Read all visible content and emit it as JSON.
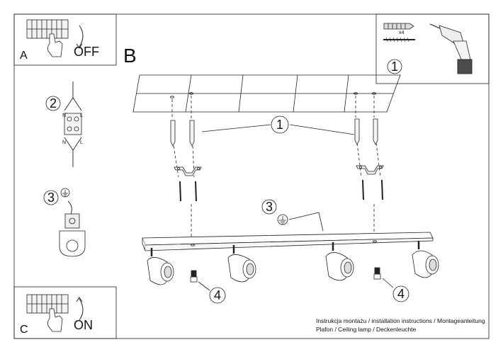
{
  "panels": {
    "a": {
      "letter": "A",
      "state": "OFF"
    },
    "b": {
      "letter": "B"
    },
    "c": {
      "letter": "C",
      "state": "ON"
    }
  },
  "tools": {
    "quantity": "x4",
    "step": "1"
  },
  "side_steps": {
    "wiring": "2",
    "earth": "3"
  },
  "wire_labels": {
    "neutral": "N",
    "live": "L"
  },
  "assembly_steps": {
    "anchors": "1",
    "earth": "3",
    "bulb_left": "4",
    "bulb_right": "4"
  },
  "caption": {
    "line1": "Instrukcja montażu / installation instructions / Montageanleitung",
    "line2": "Plafon / Ceiling lamp / Deckenleuchte"
  }
}
